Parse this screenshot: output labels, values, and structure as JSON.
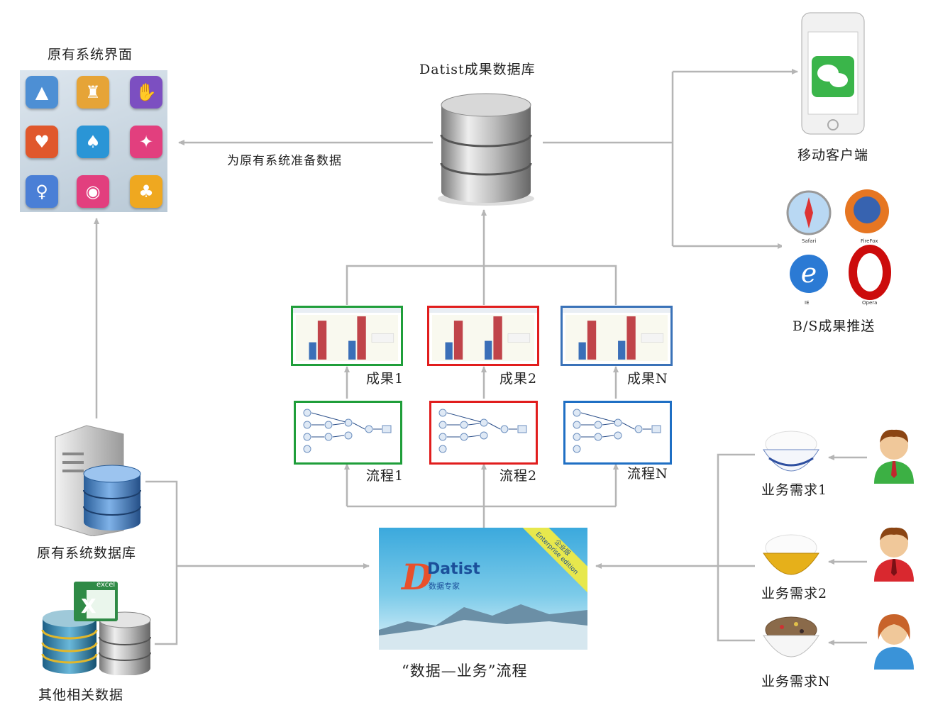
{
  "labels": {
    "original_ui": "原有系统界面",
    "result_db": "Datist成果数据库",
    "prepare_data": "为原有系统准备数据",
    "mobile_client": "移动客户端",
    "bs_push": "B/S成果推送",
    "original_db": "原有系统数据库",
    "other_data": "其他相关数据",
    "data_business_flow": "“数据—业务”流程",
    "result_1": "成果1",
    "result_2": "成果2",
    "result_n": "成果N",
    "flow_1": "流程1",
    "flow_2": "流程2",
    "flow_n": "流程N",
    "req_1": "业务需求1",
    "req_2": "业务需求2",
    "req_n": "业务需求N"
  },
  "hero": {
    "brand": "Datist",
    "sub": "数据专家",
    "ribbon_cn": "企业版",
    "ribbon_en": "Enterprise edition"
  },
  "excel_tag": "excel",
  "browsers": [
    "Safari",
    "FireFox",
    "IE",
    "Opera"
  ],
  "colors": {
    "green": "#1f9e3a",
    "red": "#e11d1d",
    "blue": "#3a72b8",
    "arrow": "#b5b5b5"
  }
}
